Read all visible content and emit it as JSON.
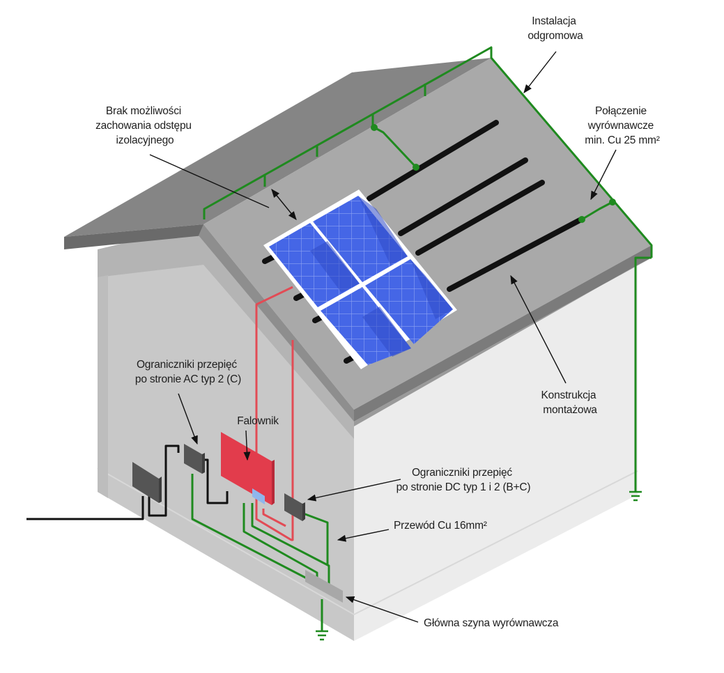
{
  "labels": {
    "lightning": [
      "Instalacja",
      "odgromowa"
    ],
    "no_gap": [
      "Brak możliwości",
      "zachowania odstępu",
      "izolacyjnego"
    ],
    "equipotential": [
      "Połączenie",
      "wyrównawcze",
      "min. Cu 25 mm²"
    ],
    "mounting": [
      "Konstrukcja",
      "montażowa"
    ],
    "ac_spd": [
      "Ograniczniki przepięć",
      "po stronie AC typ 2 (C)"
    ],
    "inverter": "Falownik",
    "dc_spd": [
      "Ograniczniki przepięć",
      "po stronie DC typ 1 i 2 (B+C)"
    ],
    "cu_wire": "Przewód Cu 16mm²",
    "main_bar": "Główna szyna wyrównawcza"
  },
  "colors": {
    "roof_top": "#a8a8a8",
    "roof_dark": "#838383",
    "wall_left": "#c9c9c9",
    "wall_right": "#ececec",
    "panel": "#3f5ee0",
    "inverter": "#e23c4c",
    "ground_wire": "#1f8a1f",
    "dc_wire": "#e24b55"
  },
  "icons": {
    "ground": "ground-symbol-icon",
    "arrow": "arrow-pointer-icon"
  }
}
